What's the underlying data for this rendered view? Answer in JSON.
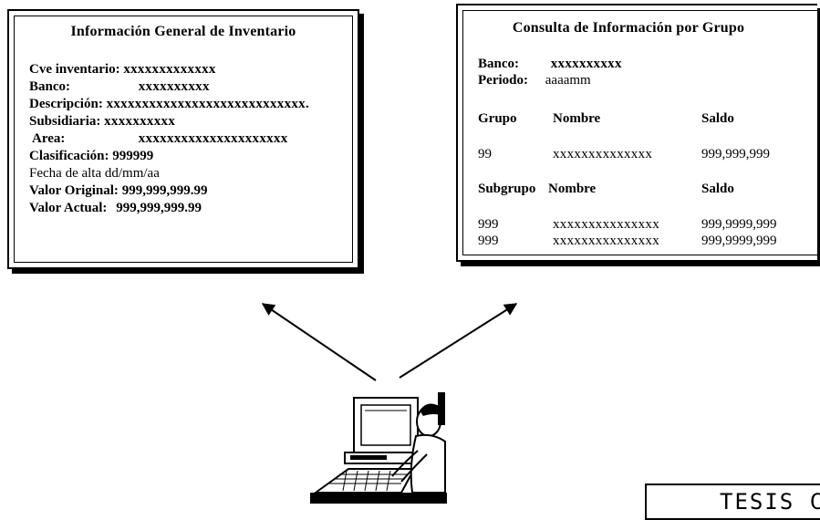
{
  "left_panel": {
    "title": "Información General de Inventario",
    "rows": [
      {
        "label": "Cve inventario:",
        "value": "xxxxxxxxxxxxx"
      },
      {
        "label": "Banco:",
        "value": "xxxxxxxxxx"
      },
      {
        "label": "Descripción:",
        "value": "xxxxxxxxxxxxxxxxxxxxxxxxxxxx."
      },
      {
        "label": "Subsidiaria:",
        "value": "xxxxxxxxxx"
      },
      {
        "label": "Area:",
        "value": "xxxxxxxxxxxxxxxxxxxxx"
      },
      {
        "label": "Clasificación:",
        "value": "999999"
      },
      {
        "label": "Fecha de alta",
        "value": "dd/mm/aa"
      },
      {
        "label": "Valor Original:",
        "value": "999,999,999.99"
      },
      {
        "label": "Valor Actual:",
        "value": "999,999,999.99"
      }
    ]
  },
  "right_panel": {
    "title": "Consulta de Información por Grupo",
    "banco_label": "Banco:",
    "banco_value": "xxxxxxxxxx",
    "periodo_label": "Periodo:",
    "periodo_value": "aaaamm",
    "group_headers": [
      "Grupo",
      "Nombre",
      "Saldo"
    ],
    "group_row": [
      "99",
      "xxxxxxxxxxxxxx",
      "999,999,999"
    ],
    "subgroup_headers": [
      "Subgrupo",
      "Nombre",
      "Saldo"
    ],
    "subgroup_rows": [
      [
        "999",
        "xxxxxxxxxxxxxxx",
        "999,9999,999"
      ],
      [
        "999",
        "xxxxxxxxxxxxxxx",
        "999,9999,999"
      ]
    ]
  },
  "stamp": {
    "text": "TESIS CO"
  }
}
